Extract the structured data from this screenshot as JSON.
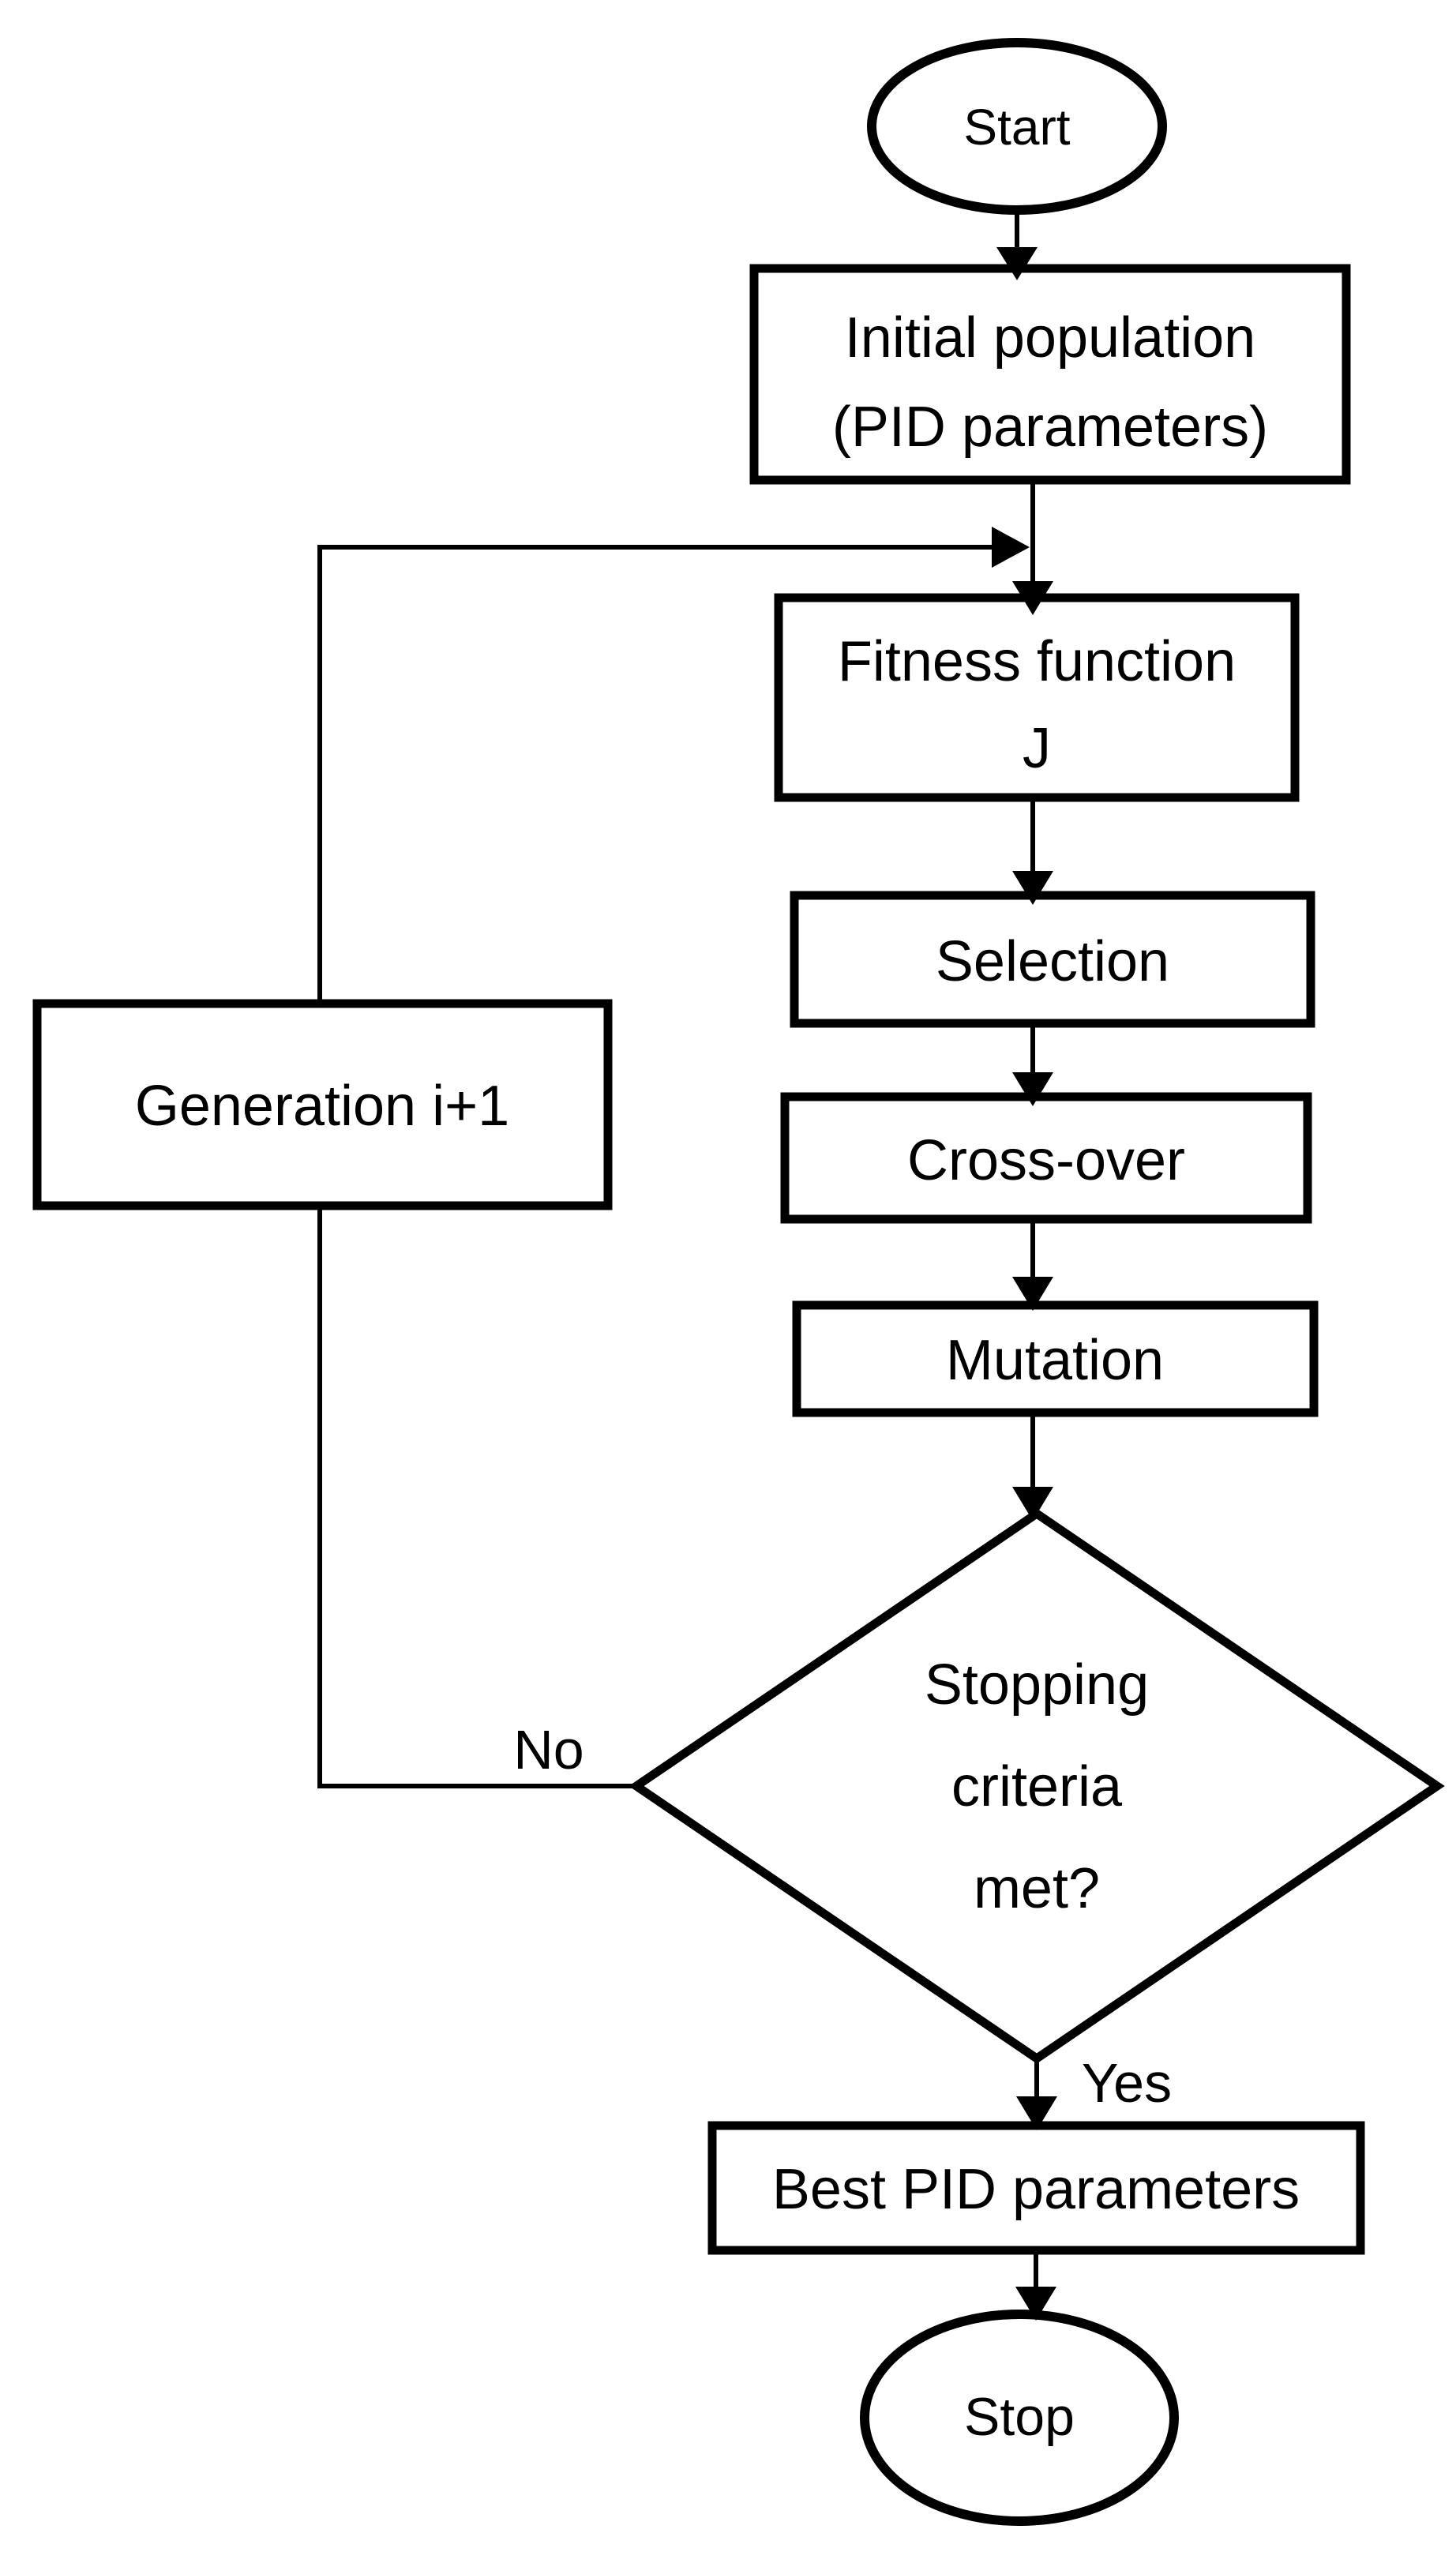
{
  "nodes": {
    "start": {
      "label": "Start",
      "shape": "ellipse"
    },
    "initial_population": {
      "lines": [
        "Initial population",
        "(PID parameters)"
      ],
      "shape": "rect"
    },
    "fitness_function": {
      "lines": [
        "Fitness function",
        "J"
      ],
      "shape": "rect"
    },
    "selection": {
      "label": "Selection",
      "shape": "rect"
    },
    "cross_over": {
      "label": "Cross-over",
      "shape": "rect"
    },
    "mutation": {
      "label": "Mutation",
      "shape": "rect"
    },
    "stopping_criteria": {
      "lines": [
        "Stopping",
        "criteria",
        "met?"
      ],
      "shape": "diamond"
    },
    "best_pid": {
      "label": "Best PID parameters",
      "shape": "rect"
    },
    "stop": {
      "label": "Stop",
      "shape": "ellipse"
    },
    "generation": {
      "label": "Generation i+1",
      "shape": "rect"
    }
  },
  "edge_labels": {
    "yes": "Yes",
    "no": "No"
  },
  "colors": {
    "stroke": "#000000",
    "fill": "#ffffff",
    "background": "#ffffff"
  }
}
